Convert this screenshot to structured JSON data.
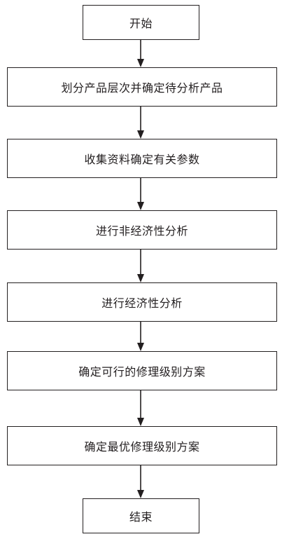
{
  "flowchart": {
    "start": "开始",
    "steps": [
      "划分产品层次并确定待分析产品",
      "收集资料确定有关参数",
      "进行非经济性分析",
      "进行经济性分析",
      "确定可行的修理级别方案",
      "确定最优修理级别方案"
    ],
    "end": "结束"
  }
}
